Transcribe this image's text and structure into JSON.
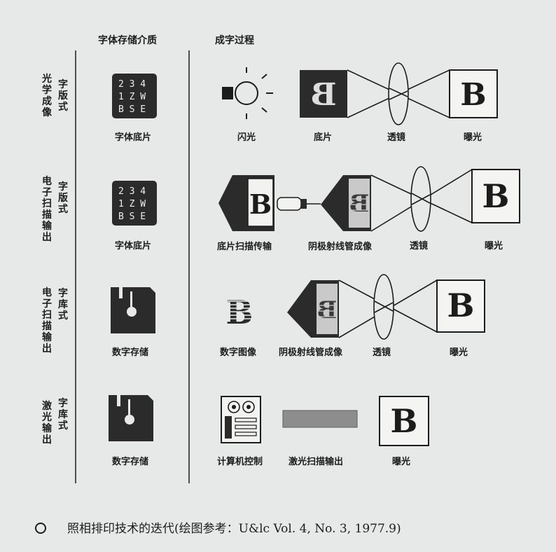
{
  "headers": {
    "storage": "字体存储介质",
    "process": "成字过程"
  },
  "font_grid": [
    "2 3 4",
    "1 Z W",
    "B S E"
  ],
  "letter": "B",
  "rows": [
    {
      "name": [
        "光",
        "学",
        "成",
        "像"
      ],
      "name2": [
        "字",
        "版",
        "式"
      ],
      "media": "字体底片",
      "steps": [
        "闪光",
        "底片",
        "透镜",
        "曝光"
      ]
    },
    {
      "name": [
        "电",
        "子",
        "扫",
        "描",
        "输",
        "出"
      ],
      "name2": [
        "字",
        "版",
        "式"
      ],
      "media": "字体底片",
      "steps": [
        "底片扫描传输",
        "阴极射线管成像",
        "透镜",
        "曝光"
      ]
    },
    {
      "name": [
        "电",
        "子",
        "扫",
        "描",
        "输",
        "出"
      ],
      "name2": [
        "字",
        "库",
        "式"
      ],
      "media": "数字存储",
      "steps": [
        "数字图像",
        "阴极射线管成像",
        "透镜",
        "曝光"
      ]
    },
    {
      "name": [
        "激",
        "光",
        "输",
        "出"
      ],
      "name2": [
        "字",
        "库",
        "式"
      ],
      "media": "数字存储",
      "steps": [
        "计算机控制",
        "激光扫描输出",
        "曝光"
      ]
    }
  ],
  "caption": "照相排印技术的迭代(绘图参考：U&lc Vol. 4, No. 3, 1977.9)"
}
